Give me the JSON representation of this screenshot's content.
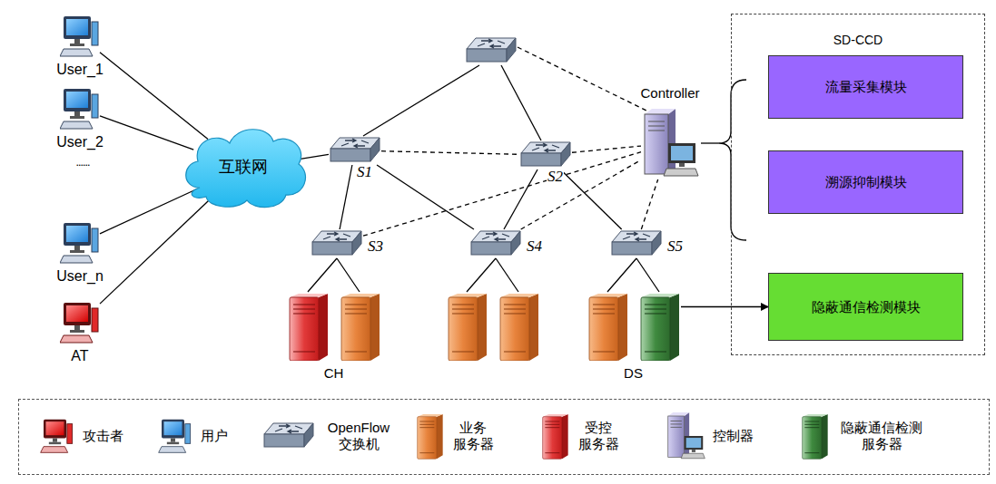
{
  "diagram": {
    "nodes": [
      {
        "text": [
          "User_1"
        ]
      },
      {
        "text": [
          "User_2"
        ]
      },
      {
        "text": [
          "User_n"
        ]
      },
      {
        "text": [
          "AT"
        ]
      },
      {
        "text": [
          "互联网"
        ]
      },
      {
        "text": [
          "S1"
        ]
      },
      {
        "text": [
          "S2"
        ]
      },
      {
        "text": [
          "Controller"
        ]
      },
      {
        "text": [
          "SD-CCD"
        ]
      },
      {
        "text": [
          "流量采集模块"
        ],
        "in": 8
      },
      {
        "text": [
          "溯源抑制模块"
        ],
        "in": 8
      },
      {
        "text": [
          "S3"
        ]
      },
      {
        "text": [
          "S4"
        ]
      },
      {
        "text": [
          "S5"
        ]
      },
      {
        "text": [
          "隐蔽通信检测模块"
        ],
        "in": 8
      },
      {
        "text": [
          "CH"
        ]
      },
      {
        "text": [
          "DS"
        ]
      }
    ],
    "edges": [
      {
        "from": 0,
        "to": 4,
        "arrow": "none"
      },
      {
        "from": 1,
        "to": 4,
        "arrow": "none"
      },
      {
        "from": 2,
        "to": 4,
        "arrow": "none"
      },
      {
        "from": 3,
        "to": 4,
        "arrow": "none"
      },
      {
        "from": 4,
        "to": 5,
        "arrow": "none"
      },
      {
        "from": 5,
        "to": 6,
        "arrow": "none"
      },
      {
        "from": 5,
        "to": 11,
        "arrow": "none"
      },
      {
        "from": 5,
        "to": 12,
        "arrow": "none"
      },
      {
        "from": 6,
        "to": 12,
        "arrow": "none"
      },
      {
        "from": 6,
        "to": 13,
        "arrow": "none"
      },
      {
        "from": 6,
        "to": 7,
        "arrow": "none"
      },
      {
        "from": 11,
        "to": 7,
        "arrow": "none"
      },
      {
        "from": 12,
        "to": 7,
        "arrow": "none"
      },
      {
        "from": 13,
        "to": 7,
        "arrow": "none"
      },
      {
        "from": 11,
        "to": 15,
        "arrow": "none"
      },
      {
        "from": 13,
        "to": 16,
        "arrow": "none"
      },
      {
        "from": 16,
        "to": 14,
        "arrow": "to"
      }
    ],
    "labels": [
      "......"
    ],
    "legend": [
      {
        "text": "攻击者"
      },
      {
        "text": "用户"
      },
      {
        "text": "OpenFlow 交换机"
      },
      {
        "text": "业务 服务器"
      },
      {
        "text": "受控 服务器"
      },
      {
        "text": "控制器"
      },
      {
        "text": "隐蔽通信检测 服务器"
      }
    ]
  }
}
